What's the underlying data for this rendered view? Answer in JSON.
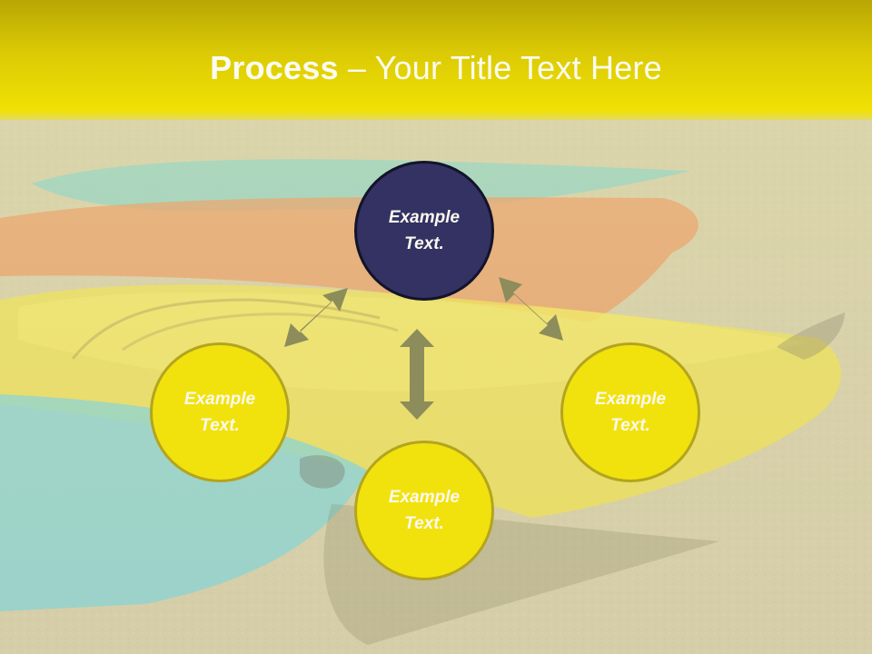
{
  "slide": {
    "title_bold": "Process",
    "title_rest": " – Your Title Text Here"
  },
  "nodes": {
    "top": {
      "label": "Example\nText."
    },
    "left": {
      "label": "Example\nText."
    },
    "right": {
      "label": "Example\nText."
    },
    "bottom": {
      "label": "Example\nText."
    }
  },
  "colors": {
    "title_band": "#E1CF04",
    "title_text": "#FBFBF1",
    "dark_node": "#333263",
    "yellow_node": "#F1E20E",
    "arrow": "#8D8C5B"
  }
}
